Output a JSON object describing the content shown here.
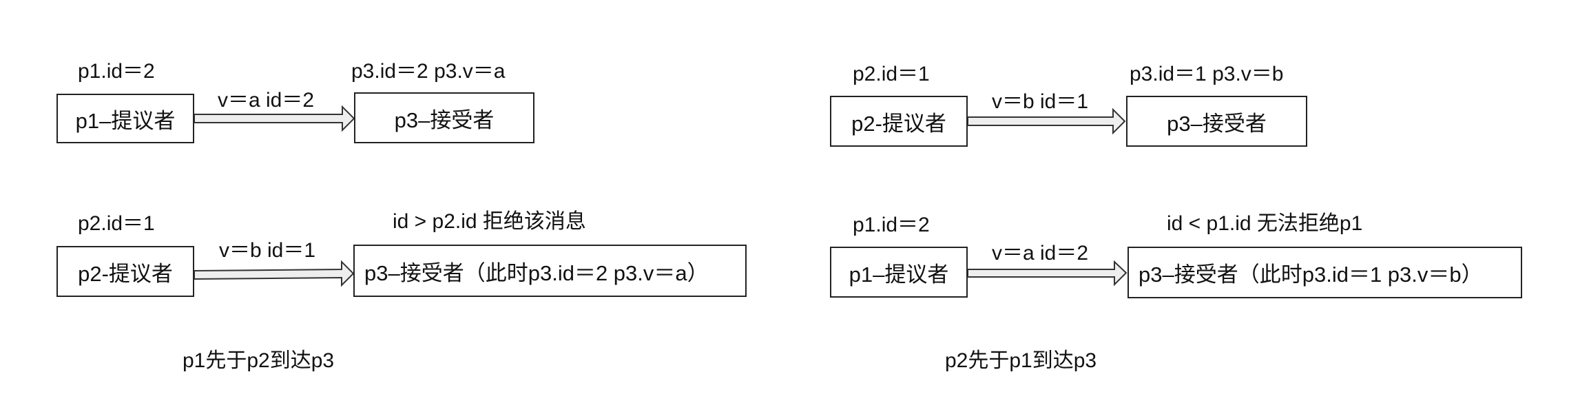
{
  "left_panel": {
    "top_row": {
      "proposer_label": "p1.id＝2",
      "proposer_box": "p1–提议者",
      "message_label": "v＝a   id＝2",
      "acceptor_label": "p3.id＝2   p3.v＝a",
      "acceptor_box": "p3–接受者"
    },
    "bottom_row": {
      "proposer_label": "p2.id＝1",
      "proposer_box": "p2-提议者",
      "message_label": "v＝b   id＝1",
      "acceptor_label": "id > p2.id     拒绝该消息",
      "acceptor_box": "p3–接受者（此时p3.id＝2   p3.v＝a）"
    },
    "caption": "p1先于p2到达p3"
  },
  "right_panel": {
    "top_row": {
      "proposer_label": "p2.id＝1",
      "proposer_box": "p2-提议者",
      "message_label": "v＝b   id＝1",
      "acceptor_label": "p3.id＝1   p3.v＝b",
      "acceptor_box": "p3–接受者"
    },
    "bottom_row": {
      "proposer_label": "p1.id＝2",
      "proposer_box": "p1–提议者",
      "message_label": "v＝a   id＝2",
      "acceptor_label": "id < p1.id  无法拒绝p1",
      "acceptor_box": "p3–接受者（此时p3.id＝1   p3.v＝b）"
    },
    "caption": "p2先于p1到达p3"
  }
}
